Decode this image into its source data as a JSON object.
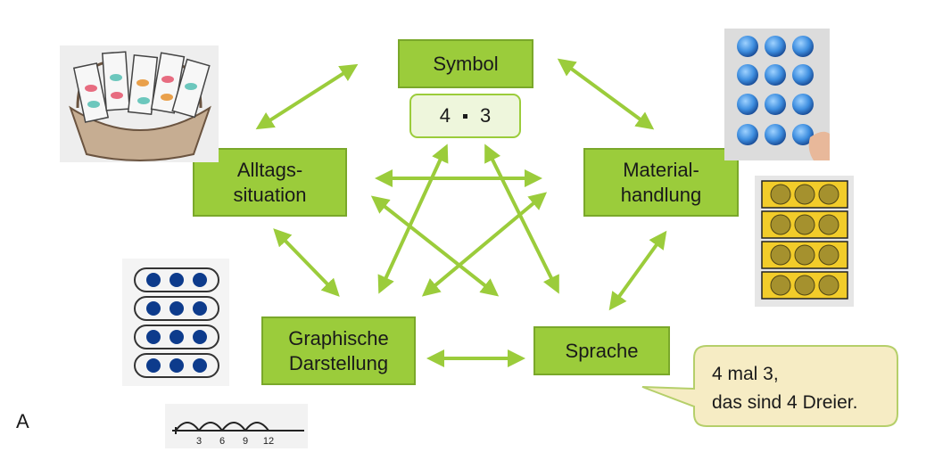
{
  "boxes": {
    "symbol": "Symbol",
    "alltag": "Alltags-\nsituation",
    "material": "Material-\nhandlung",
    "graphisch": "Graphische\nDarstellung",
    "sprache": "Sprache"
  },
  "formula": {
    "left": "4",
    "right": "3"
  },
  "speech_bubble": {
    "line1": "4 mal 3,",
    "line2": "das sind 4 Dreier."
  },
  "numberline": {
    "ticks": [
      "3",
      "6",
      "9",
      "12"
    ]
  },
  "side_text": "A",
  "colors": {
    "box_fill": "#9bcc3b",
    "arrow": "#9bcc3b",
    "bubble_fill": "#f6ecc4",
    "bubble_stroke": "#b5cf6a",
    "dot_blue": "#0d3b8c",
    "card_yellow": "#f2cc2a"
  }
}
